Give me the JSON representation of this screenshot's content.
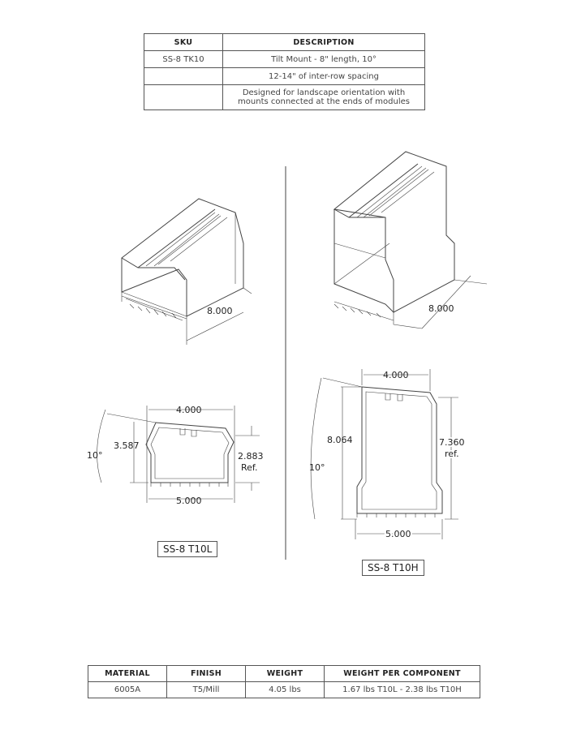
{
  "spec_table": {
    "headers": {
      "sku": "SKU",
      "description": "DESCRIPTION"
    },
    "rows": [
      {
        "sku": "SS-8 TK10",
        "description": "Tilt Mount - 8\" length, 10°"
      },
      {
        "sku": "",
        "description": "12-14\" of inter-row spacing"
      },
      {
        "sku": "",
        "description": "Designed for landscape orientation with mounts connected at the ends of modules"
      }
    ]
  },
  "drawing_low": {
    "length": "8.000",
    "top_width": "4.000",
    "height": "3.587",
    "angle": "10°",
    "ref_height": "2.883",
    "ref_label": "Ref.",
    "base_width": "5.000",
    "label": "SS-8 T10L"
  },
  "drawing_high": {
    "length": "8.000",
    "top_width": "4.000",
    "height": "8.064",
    "angle": "10°",
    "ref_height": "7.360",
    "ref_label": "ref.",
    "base_width": "5.000",
    "label": "SS-8 T10H"
  },
  "material_table": {
    "headers": {
      "material": "MATERIAL",
      "finish": "FINISH",
      "weight": "WEIGHT",
      "weight_per_component": "WEIGHT PER COMPONENT"
    },
    "row": {
      "material": "6005A",
      "finish": "T5/Mill",
      "weight": "4.05 lbs",
      "weight_per_component": "1.67 lbs T10L - 2.38 lbs T10H"
    }
  }
}
